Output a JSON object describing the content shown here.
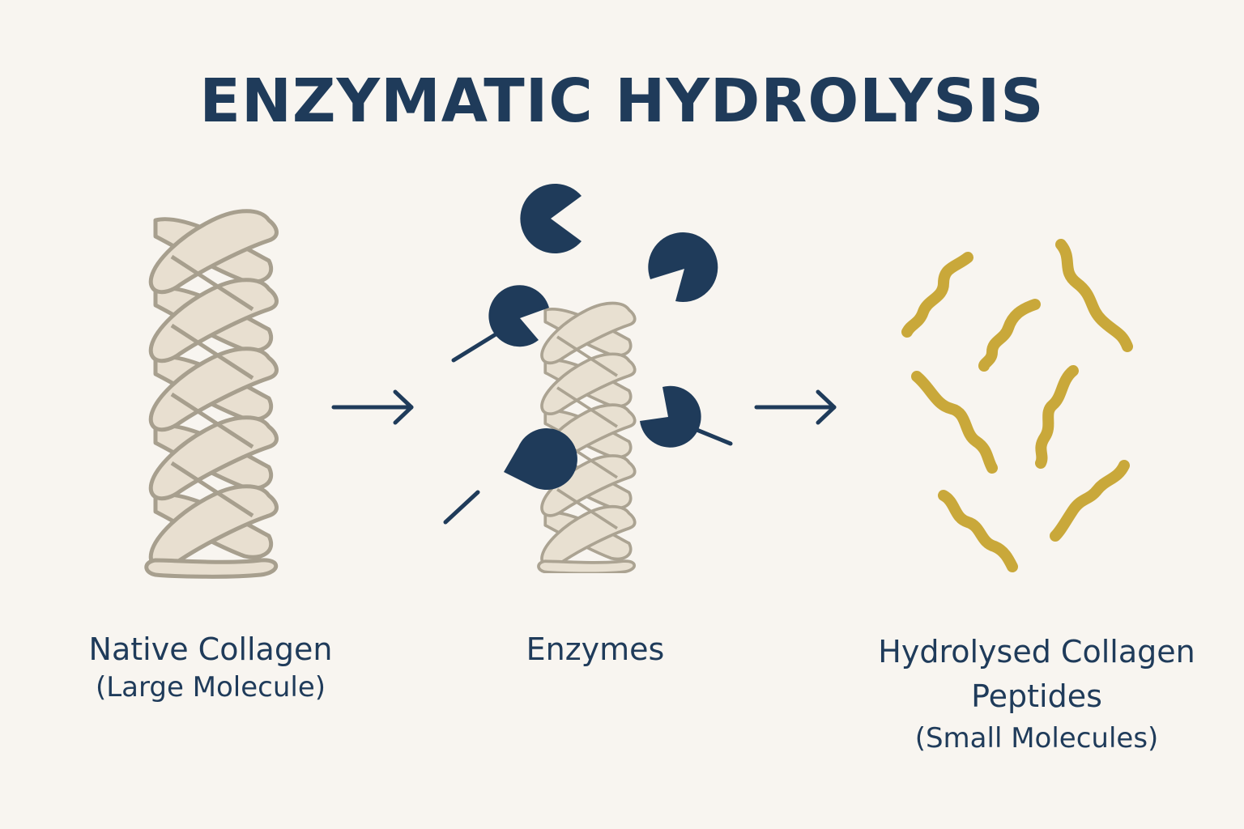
{
  "title": "ENZYMATIC HYDROLYSIS",
  "stages": [
    {
      "name": "Native Collagen",
      "detail": "(Large Molecule)"
    },
    {
      "name": "Enzymes",
      "detail": ""
    },
    {
      "name": "Hydrolysed Collagen Peptides",
      "detail": "(Small Molecules)"
    }
  ],
  "icons": [
    "collagen-helix-icon",
    "arrow-right-icon",
    "enzyme-icon",
    "peptide-fragment-icon"
  ],
  "colors": {
    "background": "#f8f5f0",
    "text": "#1f3b5a",
    "helix_fill": "#e8dfd0",
    "helix_stroke": "#a79f8e",
    "enzyme": "#1f3b5a",
    "peptide": "#c9a83a"
  }
}
